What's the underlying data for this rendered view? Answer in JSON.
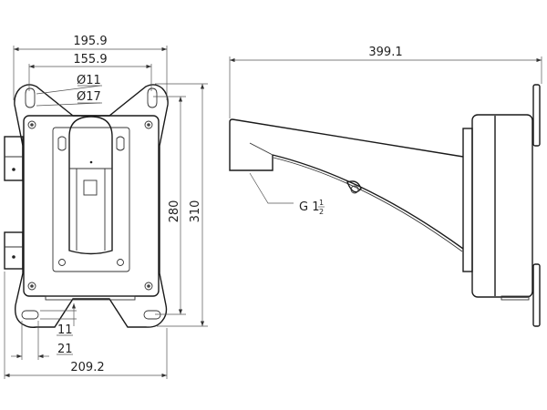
{
  "front_view": {
    "dim_overall_width_top": "195.9",
    "dim_hole_spacing": "155.9",
    "dim_hole_small": "Ø11",
    "dim_hole_large": "Ø17",
    "dim_hole_vertical": "280",
    "dim_overall_height": "310",
    "dim_slot_height": "11",
    "dim_slot_width": "21",
    "dim_overall_width_bottom": "209.2"
  },
  "side_view": {
    "dim_overall_depth": "399.1",
    "thread_label_main": "G 1",
    "thread_fraction_num": "1",
    "thread_fraction_den": "2"
  },
  "colors": {
    "line": "#1a1a1a",
    "dimension": "#555555"
  }
}
